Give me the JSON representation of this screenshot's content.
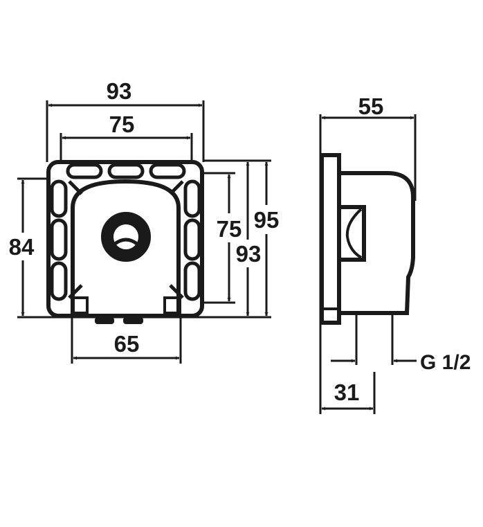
{
  "drawing": {
    "front_view": {
      "dim_width_outer": "93",
      "dim_width_inner": "75",
      "dim_height_left": "84",
      "dim_height_inner": "75",
      "dim_height_mid": "93",
      "dim_height_outer": "95",
      "dim_bottom": "65"
    },
    "side_view": {
      "dim_depth": "55",
      "dim_offset": "31",
      "thread_label": "G 1/2"
    }
  }
}
